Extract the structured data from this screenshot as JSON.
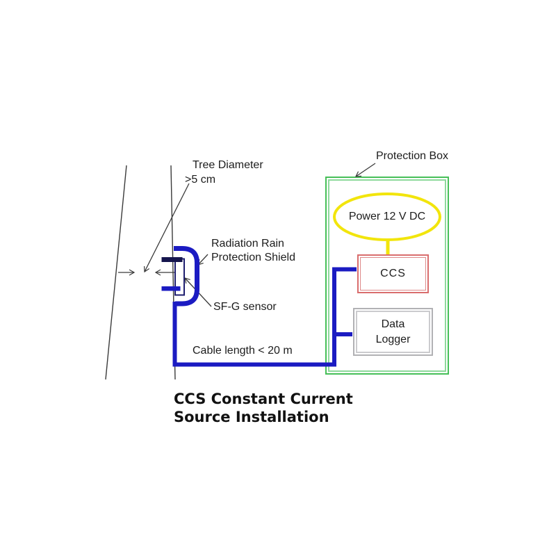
{
  "title": {
    "line1": "CCS Constant Current",
    "line2": "Source Installation"
  },
  "annotations": {
    "tree_diameter": {
      "line1": "Tree Diameter",
      "line2": ">5 cm"
    },
    "rain_shield": {
      "line1": "Radiation Rain",
      "line2": "Protection Shield"
    },
    "sensor_label": "SF-G sensor",
    "cable_label": "Cable length < 20 m",
    "protection_box_label": "Protection Box"
  },
  "components": {
    "power_supply": "Power 12 V DC",
    "ccs": "CCS",
    "data_logger": {
      "line1": "Data",
      "line2": "Logger"
    }
  },
  "colors": {
    "cable_blue": "#1b1bc2",
    "needle_dark": "#15154d",
    "sensor_body_outline": "#1d1d6e",
    "box_green_outer": "#46bf58",
    "box_green_inner": "#8ed99c",
    "ccs_red_outer": "#d96d6d",
    "ccs_red_inner": "#de8888",
    "logger_gray_outer": "#b1b1b4",
    "logger_gray_inner": "#cbcbce",
    "power_yellow": "#f2e50c",
    "annotation_line": "#3a3a3a",
    "text": "#1c1c1c"
  }
}
